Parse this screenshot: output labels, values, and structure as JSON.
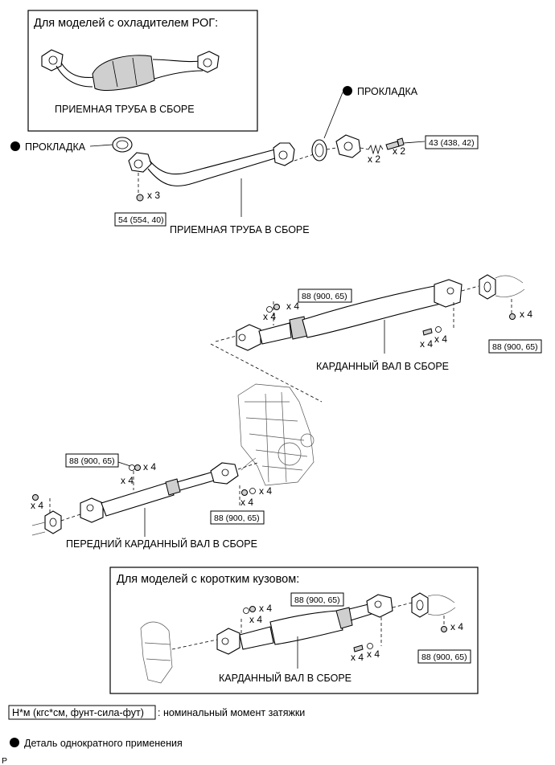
{
  "boxes": {
    "pog_models": "Для моделей с охладителем РОГ:",
    "short_body": "Для моделей с коротким кузовом:"
  },
  "parts": {
    "front_pipe_inset": "ПРИЕМНАЯ ТРУБА В СБОРЕ",
    "front_pipe_main": "ПРИЕМНАЯ ТРУБА В СБОРЕ",
    "gasket_left": "ПРОКЛАДКА",
    "gasket_right": "ПРОКЛАДКА",
    "propeller_shaft": "КАРДАННЫЙ ВАЛ В СБОРЕ",
    "front_propeller_shaft": "ПЕРЕДНИЙ КАРДАННЫЙ ВАЛ В СБОРЕ",
    "propeller_shaft_short": "КАРДАННЫЙ ВАЛ В СБОРЕ"
  },
  "torques": {
    "t_43": "43 (438, 42)",
    "t_54": "54 (554, 40)",
    "t_88_a": "88 (900, 65)",
    "t_88_b": "88 (900, 65)",
    "t_88_c": "88 (900, 65)",
    "t_88_d": "88 (900, 65)",
    "t_88_e": "88 (900, 65)",
    "t_88_f": "88 (900, 65)"
  },
  "multipliers": {
    "x3": "x 3",
    "x2": "x 2",
    "x4": "x 4"
  },
  "legend": {
    "torque_unit": "Н*м (кгс*см, фунт-сила-фут)",
    "torque_desc": ": номинальный момент затяжки",
    "non_reusable": "Деталь однократного применения"
  },
  "corner_code": "P",
  "colors": {
    "ink": "#000000",
    "background": "#ffffff",
    "metal_shade": "#cfcfcf"
  }
}
